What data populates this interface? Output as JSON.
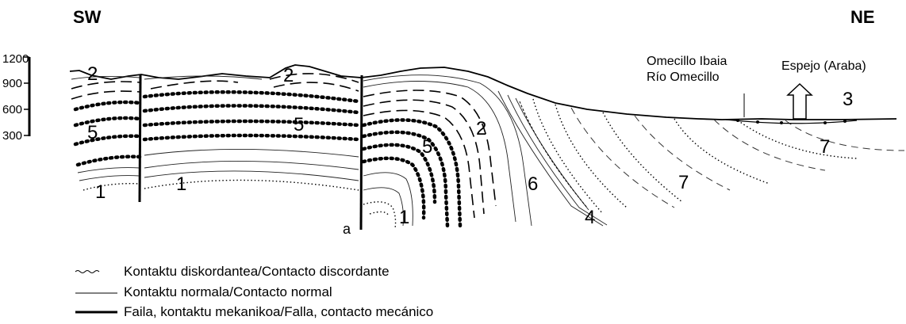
{
  "orientation": {
    "left": "SW",
    "right": "NE"
  },
  "elevation_scale": [
    "1200",
    "900",
    "600",
    "300"
  ],
  "unit_labels": {
    "u1_left": "1",
    "u1_mid": "1",
    "u1_right": "1",
    "u2_left": "2",
    "u2_mid": "2",
    "u2_right": "2",
    "u3": "3",
    "u4": "4",
    "u5_left": "5",
    "u5_mid": "5",
    "u5_right": "5",
    "u6": "6",
    "u7_mid": "7",
    "u7_right": "7",
    "fault_a": "a"
  },
  "places": {
    "river_line1": "Omecillo Ibaia",
    "river_line2": "Río Omecillo",
    "town": "Espejo (Araba)"
  },
  "legend": [
    {
      "symbol": "wavy-line",
      "text": "Kontaktu diskordantea/Contacto discordante"
    },
    {
      "symbol": "thin-line",
      "text": "Kontaktu normala/Contacto normal"
    },
    {
      "symbol": "thick-line",
      "text": "Faila, kontaktu mekanikoa/Falla, contacto mecánico"
    }
  ]
}
